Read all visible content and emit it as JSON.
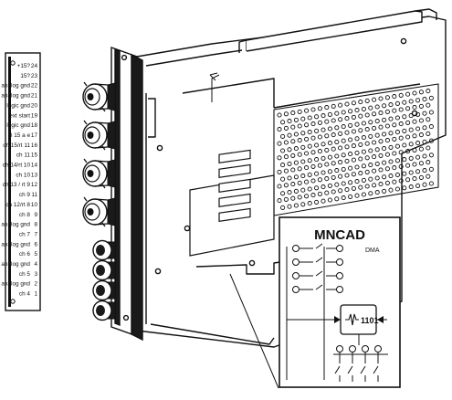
{
  "connector_strip": {
    "pins": [
      {
        "label": "+15?",
        "num": "24"
      },
      {
        "label": "15?",
        "num": "23"
      },
      {
        "label": "analog gnd",
        "num": "22"
      },
      {
        "label": "analog gnd",
        "num": "21"
      },
      {
        "label": "logic gnd",
        "num": "20"
      },
      {
        "label": "ext start",
        "num": "19"
      },
      {
        "label": "logic gnd",
        "num": "18"
      },
      {
        "label": "B 15 a e",
        "num": "17"
      },
      {
        "label": "ch 15/rt 11",
        "num": "16"
      },
      {
        "label": "ch 11",
        "num": "15"
      },
      {
        "label": "ch 14/rt 10",
        "num": "14"
      },
      {
        "label": "ch 10",
        "num": "13"
      },
      {
        "label": "ch 13 / rt 9",
        "num": "12"
      },
      {
        "label": "ch 9",
        "num": "11"
      },
      {
        "label": "ch 12/rt 8",
        "num": "10"
      },
      {
        "label": "ch 8",
        "num": "9"
      },
      {
        "label": "analog gnd",
        "num": "8"
      },
      {
        "label": "ch 7",
        "num": "7"
      },
      {
        "label": "analog gnd",
        "num": "6"
      },
      {
        "label": "ch 6",
        "num": "5"
      },
      {
        "label": "analog gnd",
        "num": "4"
      },
      {
        "label": "ch 5",
        "num": "3"
      },
      {
        "label": "analog gnd",
        "num": "2"
      },
      {
        "label": "ch 4",
        "num": "1"
      }
    ]
  },
  "inset": {
    "title": "MNCAD",
    "sublabel": "DMA",
    "chip_label": "1101"
  },
  "colors": {
    "ink": "#111111",
    "paper": "#ffffff",
    "shade": "#1a1a1a"
  }
}
